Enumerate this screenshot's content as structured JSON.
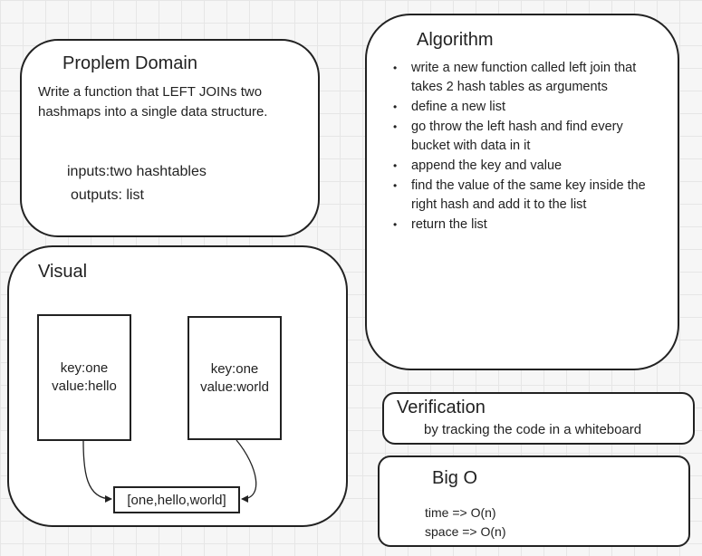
{
  "problem_domain": {
    "title": "Proplem Domain",
    "description": "Write a function that LEFT JOINs two hashmaps into a single data structure.",
    "inputs": "inputs:two hashtables",
    "outputs": "outputs: list"
  },
  "algorithm": {
    "title": "Algorithm",
    "steps": [
      "write a new function called left join that takes 2 hash tables as arguments",
      "define a new list",
      "go throw the left  hash and find every bucket with data in it",
      "append the key and value",
      "find the value of the same key inside the right hash and add it to the list",
      "return the list"
    ]
  },
  "visual": {
    "title": "Visual",
    "left_table": {
      "key": "key:one",
      "value": "value:hello"
    },
    "right_table": {
      "key": "key:one",
      "value": "value:world"
    },
    "result": "[one,hello,world]"
  },
  "verification": {
    "title": "Verification",
    "text": "by tracking the  code in a whiteboard"
  },
  "big_o": {
    "title": "Big O",
    "time": "time =>  O(n)",
    "space": "space => O(n)"
  }
}
